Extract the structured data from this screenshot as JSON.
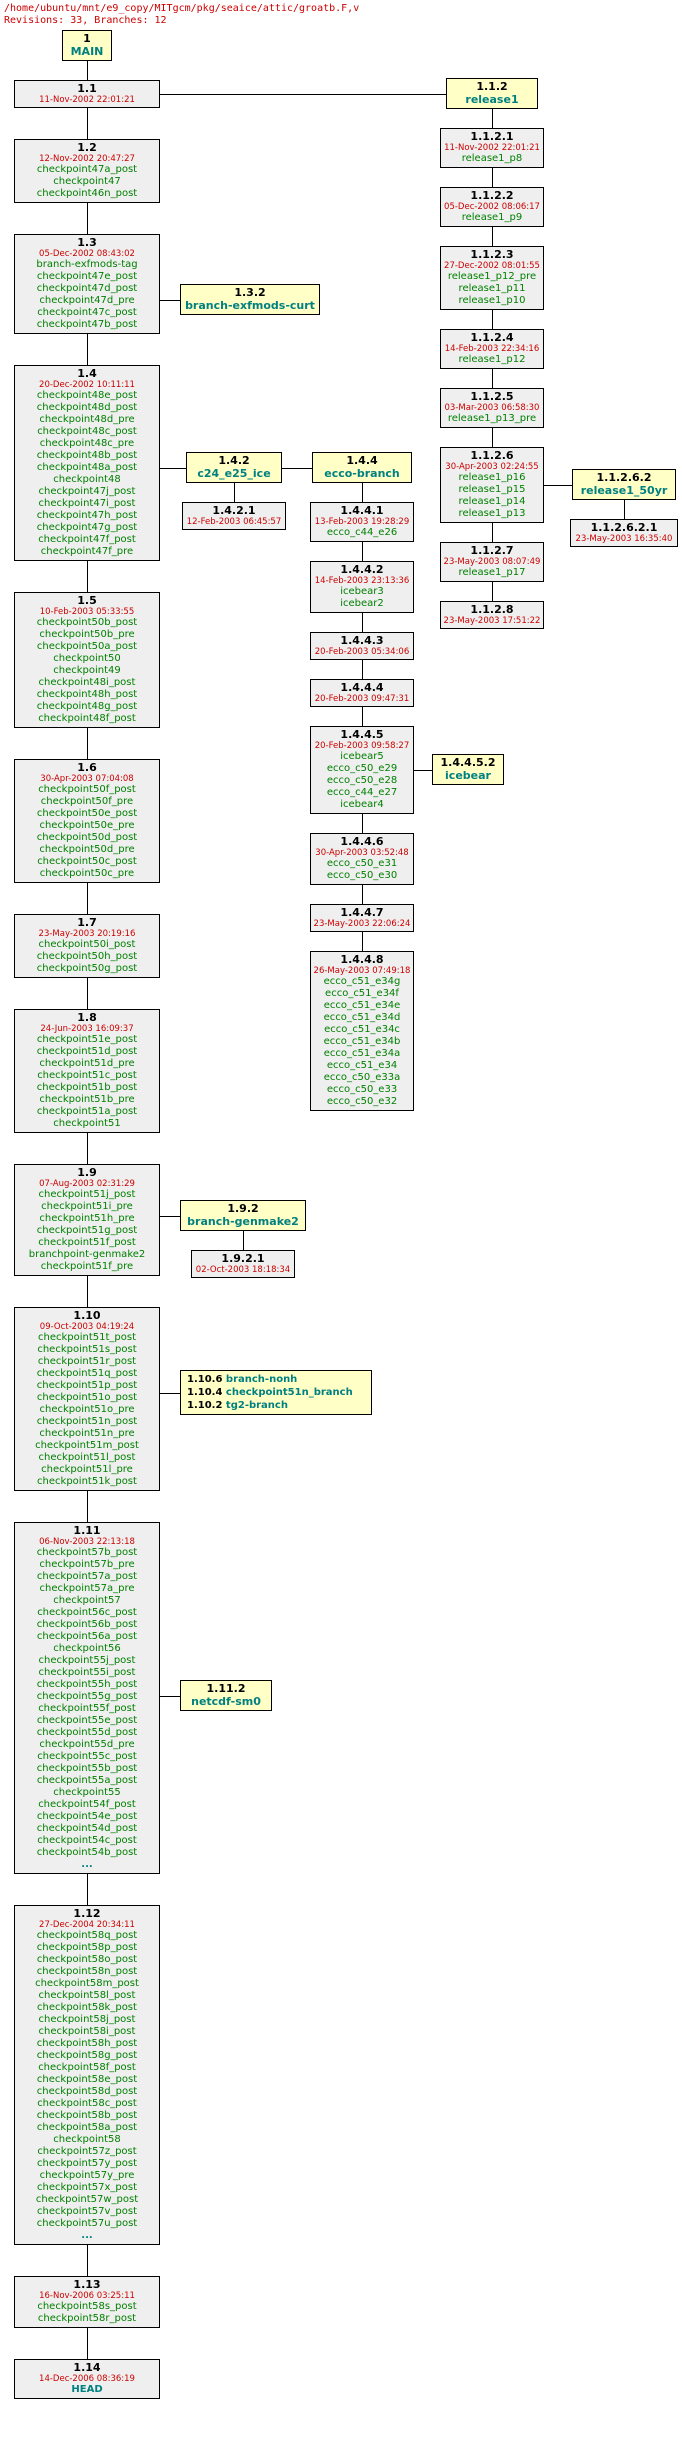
{
  "header": {
    "path": "/home/ubuntu/mnt/e9_copy/MITgcm/pkg/seaice/attic/groatb.F,v",
    "stats": "Revisions: 33, Branches: 12"
  },
  "colors": {
    "header_text": "#cc0000",
    "revision_box_fill": "#efefef",
    "branch_box_fill": "#ffffc6",
    "box_border": "#000000",
    "revision_number": "#000000",
    "date_text": "#cc0000",
    "tag_text": "#008000",
    "branch_name_text": "#008080",
    "connector": "#000000"
  },
  "trunk": {
    "number": "1",
    "name": "MAIN",
    "revisions": [
      {
        "rev": "1.1",
        "date": "11-Nov-2002 22:01:21",
        "tags": []
      },
      {
        "rev": "1.2",
        "date": "12-Nov-2002 20:47:27",
        "tags": [
          "checkpoint47a_post",
          "checkpoint47",
          "checkpoint46n_post"
        ]
      },
      {
        "rev": "1.3",
        "date": "05-Dec-2002 08:43:02",
        "tags": [
          "branch-exfmods-tag",
          "checkpoint47e_post",
          "checkpoint47d_post",
          "checkpoint47d_pre",
          "checkpoint47c_post",
          "checkpoint47b_post"
        ]
      },
      {
        "rev": "1.4",
        "date": "20-Dec-2002 10:11:11",
        "tags": [
          "checkpoint48e_post",
          "checkpoint48d_post",
          "checkpoint48d_pre",
          "checkpoint48c_post",
          "checkpoint48c_pre",
          "checkpoint48b_post",
          "checkpoint48a_post",
          "checkpoint48",
          "checkpoint47j_post",
          "checkpoint47i_post",
          "checkpoint47h_post",
          "checkpoint47g_post",
          "checkpoint47f_post",
          "checkpoint47f_pre"
        ]
      },
      {
        "rev": "1.5",
        "date": "10-Feb-2003 05:33:55",
        "tags": [
          "checkpoint50b_post",
          "checkpoint50b_pre",
          "checkpoint50a_post",
          "checkpoint50",
          "checkpoint49",
          "checkpoint48i_post",
          "checkpoint48h_post",
          "checkpoint48g_post",
          "checkpoint48f_post"
        ]
      },
      {
        "rev": "1.6",
        "date": "30-Apr-2003 07:04:08",
        "tags": [
          "checkpoint50f_post",
          "checkpoint50f_pre",
          "checkpoint50e_post",
          "checkpoint50e_pre",
          "checkpoint50d_post",
          "checkpoint50d_pre",
          "checkpoint50c_post",
          "checkpoint50c_pre"
        ]
      },
      {
        "rev": "1.7",
        "date": "23-May-2003 20:19:16",
        "tags": [
          "checkpoint50i_post",
          "checkpoint50h_post",
          "checkpoint50g_post"
        ]
      },
      {
        "rev": "1.8",
        "date": "24-Jun-2003 16:09:37",
        "tags": [
          "checkpoint51e_post",
          "checkpoint51d_post",
          "checkpoint51d_pre",
          "checkpoint51c_post",
          "checkpoint51b_post",
          "checkpoint51b_pre",
          "checkpoint51a_post",
          "checkpoint51"
        ]
      },
      {
        "rev": "1.9",
        "date": "07-Aug-2003 02:31:29",
        "tags": [
          "checkpoint51j_post",
          "checkpoint51i_pre",
          "checkpoint51h_pre",
          "checkpoint51g_post",
          "checkpoint51f_post",
          "branchpoint-genmake2",
          "checkpoint51f_pre"
        ]
      },
      {
        "rev": "1.10",
        "date": "09-Oct-2003 04:19:24",
        "tags": [
          "checkpoint51t_post",
          "checkpoint51s_post",
          "checkpoint51r_post",
          "checkpoint51q_post",
          "checkpoint51p_post",
          "checkpoint51o_post",
          "checkpoint51o_pre",
          "checkpoint51n_post",
          "checkpoint51n_pre",
          "checkpoint51m_post",
          "checkpoint51l_post",
          "checkpoint51l_pre",
          "checkpoint51k_post"
        ]
      },
      {
        "rev": "1.11",
        "date": "06-Nov-2003 22:13:18",
        "tags": [
          "checkpoint57b_post",
          "checkpoint57b_pre",
          "checkpoint57a_post",
          "checkpoint57a_pre",
          "checkpoint57",
          "checkpoint56c_post",
          "checkpoint56b_post",
          "checkpoint56a_post",
          "checkpoint56",
          "checkpoint55j_post",
          "checkpoint55i_post",
          "checkpoint55h_post",
          "checkpoint55g_post",
          "checkpoint55f_post",
          "checkpoint55e_post",
          "checkpoint55d_post",
          "checkpoint55d_pre",
          "checkpoint55c_post",
          "checkpoint55b_post",
          "checkpoint55a_post",
          "checkpoint55",
          "checkpoint54f_post",
          "checkpoint54e_post",
          "checkpoint54d_post",
          "checkpoint54c_post",
          "checkpoint54b_post",
          "..."
        ]
      },
      {
        "rev": "1.12",
        "date": "27-Dec-2004 20:34:11",
        "tags": [
          "checkpoint58q_post",
          "checkpoint58p_post",
          "checkpoint58o_post",
          "checkpoint58n_post",
          "checkpoint58m_post",
          "checkpoint58l_post",
          "checkpoint58k_post",
          "checkpoint58j_post",
          "checkpoint58i_post",
          "checkpoint58h_post",
          "checkpoint58g_post",
          "checkpoint58f_post",
          "checkpoint58e_post",
          "checkpoint58d_post",
          "checkpoint58c_post",
          "checkpoint58b_post",
          "checkpoint58a_post",
          "checkpoint58",
          "checkpoint57z_post",
          "checkpoint57y_post",
          "checkpoint57y_pre",
          "checkpoint57x_post",
          "checkpoint57w_post",
          "checkpoint57v_post",
          "checkpoint57u_post",
          "..."
        ]
      },
      {
        "rev": "1.13",
        "date": "16-Nov-2006 03:25:11",
        "tags": [
          "checkpoint58s_post",
          "checkpoint58r_post"
        ]
      },
      {
        "rev": "1.14",
        "date": "14-Dec-2006 08:36:19",
        "tags": [
          "HEAD"
        ]
      }
    ]
  },
  "branches": [
    {
      "number": "1.1.2",
      "name": "release1",
      "from": "1.1",
      "revisions": [
        {
          "rev": "1.1.2.1",
          "date": "11-Nov-2002 22:01:21",
          "tags": [
            "release1_p8"
          ]
        },
        {
          "rev": "1.1.2.2",
          "date": "05-Dec-2002 08:06:17",
          "tags": [
            "release1_p9"
          ]
        },
        {
          "rev": "1.1.2.3",
          "date": "27-Dec-2002 08:01:55",
          "tags": [
            "release1_p12_pre",
            "release1_p11",
            "release1_p10"
          ]
        },
        {
          "rev": "1.1.2.4",
          "date": "14-Feb-2003 22:34:16",
          "tags": [
            "release1_p12"
          ]
        },
        {
          "rev": "1.1.2.5",
          "date": "03-Mar-2003 06:58:30",
          "tags": [
            "release1_p13_pre"
          ]
        },
        {
          "rev": "1.1.2.6",
          "date": "30-Apr-2003 02:24:55",
          "tags": [
            "release1_p16",
            "release1_p15",
            "release1_p14",
            "release1_p13"
          ]
        },
        {
          "rev": "1.1.2.7",
          "date": "23-May-2003 08:07:49",
          "tags": [
            "release1_p17"
          ]
        },
        {
          "rev": "1.1.2.8",
          "date": "23-May-2003 17:51:22",
          "tags": []
        }
      ]
    },
    {
      "number": "1.1.2.6.2",
      "name": "release1_50yr",
      "from": "1.1.2.6",
      "revisions": [
        {
          "rev": "1.1.2.6.2.1",
          "date": "23-May-2003 16:35:40",
          "tags": []
        }
      ]
    },
    {
      "number": "1.3.2",
      "name": "branch-exfmods-curt",
      "from": "1.3",
      "revisions": []
    },
    {
      "number": "1.4.2",
      "name": "c24_e25_ice",
      "from": "1.4",
      "revisions": [
        {
          "rev": "1.4.2.1",
          "date": "12-Feb-2003 06:45:57",
          "tags": []
        }
      ]
    },
    {
      "number": "1.4.4",
      "name": "ecco-branch",
      "from": "1.4.2",
      "revisions": [
        {
          "rev": "1.4.4.1",
          "date": "13-Feb-2003 19:28:29",
          "tags": [
            "ecco_c44_e26"
          ]
        },
        {
          "rev": "1.4.4.2",
          "date": "14-Feb-2003 23:13:36",
          "tags": [
            "icebear3",
            "icebear2"
          ]
        },
        {
          "rev": "1.4.4.3",
          "date": "20-Feb-2003 05:34:06",
          "tags": []
        },
        {
          "rev": "1.4.4.4",
          "date": "20-Feb-2003 09:47:31",
          "tags": []
        },
        {
          "rev": "1.4.4.5",
          "date": "20-Feb-2003 09:58:27",
          "tags": [
            "icebear5",
            "ecco_c50_e29",
            "ecco_c50_e28",
            "ecco_c44_e27",
            "icebear4"
          ]
        },
        {
          "rev": "1.4.4.6",
          "date": "30-Apr-2003 03:52:48",
          "tags": [
            "ecco_c50_e31",
            "ecco_c50_e30"
          ]
        },
        {
          "rev": "1.4.4.7",
          "date": "23-May-2003 22:06:24",
          "tags": []
        },
        {
          "rev": "1.4.4.8",
          "date": "26-May-2003 07:49:18",
          "tags": [
            "ecco_c51_e34g",
            "ecco_c51_e34f",
            "ecco_c51_e34e",
            "ecco_c51_e34d",
            "ecco_c51_e34c",
            "ecco_c51_e34b",
            "ecco_c51_e34a",
            "ecco_c51_e34",
            "ecco_c50_e33a",
            "ecco_c50_e33",
            "ecco_c50_e32"
          ]
        }
      ]
    },
    {
      "number": "1.4.4.5.2",
      "name": "icebear",
      "from": "1.4.4.5",
      "revisions": []
    },
    {
      "number": "1.9.2",
      "name": "branch-genmake2",
      "from": "1.9",
      "revisions": [
        {
          "rev": "1.9.2.1",
          "date": "02-Oct-2003 18:18:34",
          "tags": []
        }
      ]
    },
    {
      "number": "1.11.2",
      "name": "netcdf-sm0",
      "from": "1.11",
      "revisions": []
    }
  ],
  "branch_groups": [
    {
      "id": "1.10-branches",
      "from": "1.10",
      "entries": [
        {
          "number": "1.10.6",
          "name": "branch-nonh"
        },
        {
          "number": "1.10.4",
          "name": "checkpoint51n_branch"
        },
        {
          "number": "1.10.2",
          "name": "tg2-branch"
        }
      ]
    }
  ]
}
